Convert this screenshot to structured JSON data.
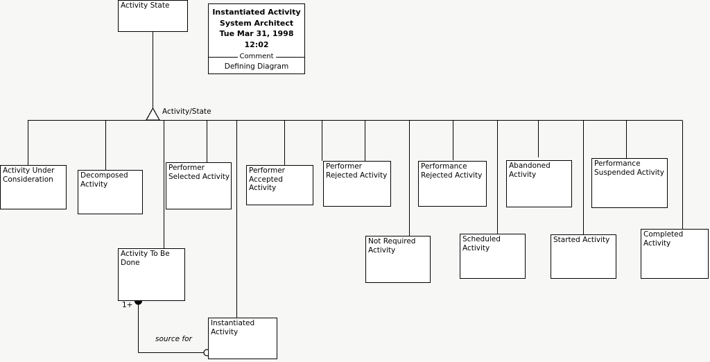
{
  "diagram": {
    "root": {
      "label": "Activity State"
    },
    "discriminator": {
      "label": "Activity/State"
    },
    "title_block": {
      "line1": "Instantiated Activity",
      "line2": "System Architect",
      "line3": "Tue Mar 31, 1998",
      "line4": "12:02",
      "separator_label": "Comment",
      "footer": "Defining Diagram"
    },
    "nodes": [
      {
        "id": "activity-under-consideration",
        "label": "Activity Under\nConsideration"
      },
      {
        "id": "decomposed-activity",
        "label": "Decomposed\nActivity"
      },
      {
        "id": "performer-selected-activity",
        "label": "Performer\nSelected Activity"
      },
      {
        "id": "performer-accepted-activity",
        "label": "Performer\nAccepted Activity"
      },
      {
        "id": "performer-rejected-activity",
        "label": "Performer\nRejected Activity"
      },
      {
        "id": "performance-rejected-activity",
        "label": "Performance\nRejected Activity"
      },
      {
        "id": "abandoned-activity",
        "label": "Abandoned\nActivity"
      },
      {
        "id": "performance-suspended-activity",
        "label": "Performance\nSuspended Activity"
      },
      {
        "id": "activity-to-be-done",
        "label": "Activity To Be\nDone"
      },
      {
        "id": "not-required-activity",
        "label": "Not Required\nActivity"
      },
      {
        "id": "scheduled-activity",
        "label": "Scheduled Activity"
      },
      {
        "id": "started-activity",
        "label": "Started Activity"
      },
      {
        "id": "completed-activity",
        "label": "Completed Activity"
      },
      {
        "id": "instantiated-activity",
        "label": "Instantiated Activity"
      }
    ],
    "association": {
      "multiplicity": "1+",
      "role": "source for"
    },
    "colors": {
      "background": "#f7f7f5",
      "node_fill": "#ffffff",
      "line": "#000000",
      "text": "#000000"
    }
  }
}
